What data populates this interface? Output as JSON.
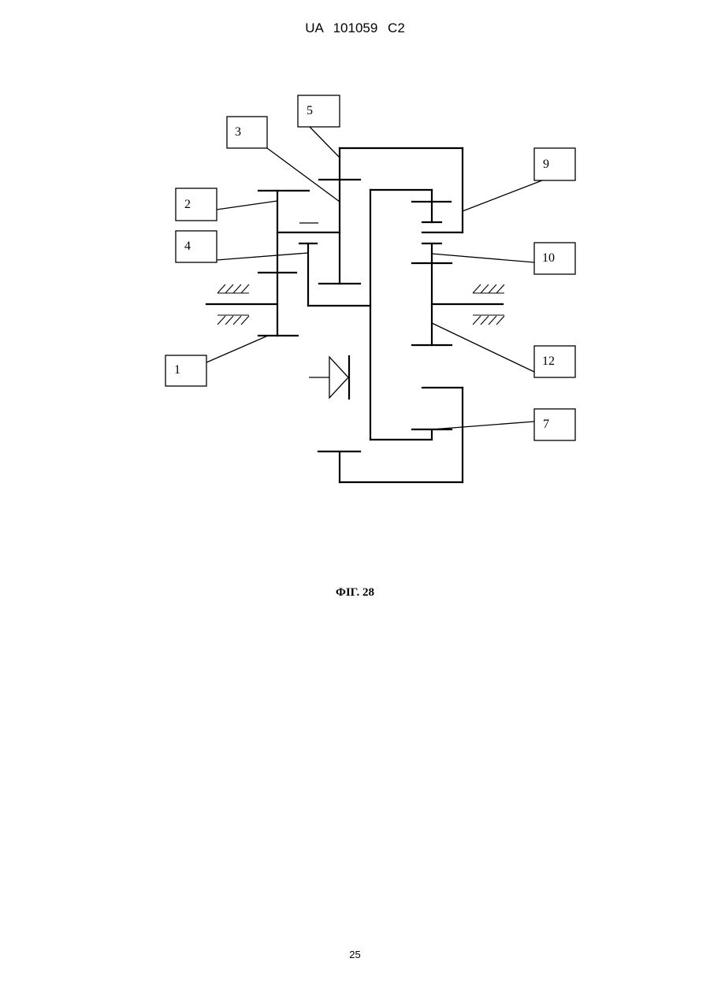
{
  "header": {
    "text": "UA   101059   C2"
  },
  "figure": {
    "caption": "ФІГ. 28",
    "labels": {
      "l1": "1",
      "l2": "2",
      "l3": "3",
      "l4": "4",
      "l5": "5",
      "l7": "7",
      "l9": "9",
      "l10": "10",
      "l12": "12"
    }
  },
  "footer": {
    "page_number": "25"
  }
}
